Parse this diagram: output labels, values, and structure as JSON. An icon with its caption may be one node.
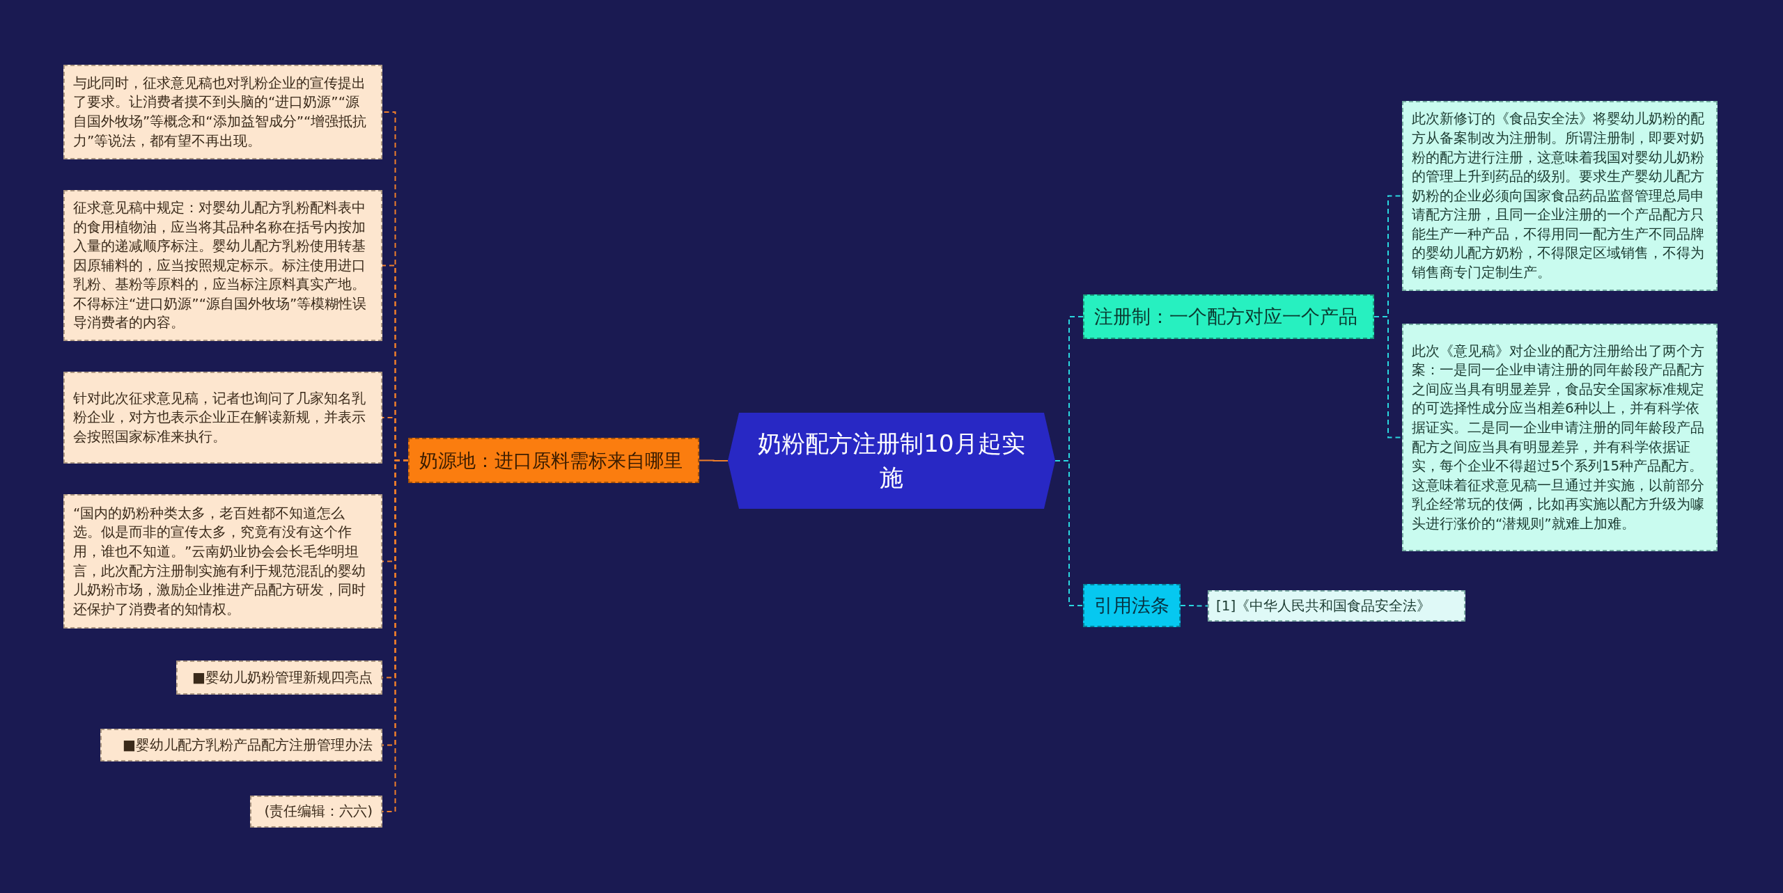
{
  "diagram": {
    "nodes": [
      {
        "text": [
          "奶粉配方注册制10月起实施"
        ]
      },
      {
        "text": [
          "奶源地：进口原料需标来自哪里"
        ]
      },
      {
        "text": [
          "与此同时，征求意见稿也对乳粉企业的宣传提出了要求。让消费者摸不到头脑的“进口奶源”“源自国外牧场”等概念和“添加益智成分”“增强抵抗力”等说法，都有望不再出现。"
        ]
      },
      {
        "text": [
          "征求意见稿中规定：对婴幼儿配方乳粉配料表中的食用植物油，应当将其品种名称在括号内按加入量的递减顺序标注。婴幼儿配方乳粉使用转基因原辅料的，应当按照规定标示。标注使用进口乳粉、基粉等原料的，应当标注原料真实产地。不得标注“进口奶源”“源自国外牧场”等模糊性误导消费者的内容。"
        ]
      },
      {
        "text": [
          "针对此次征求意见稿，记者也询问了几家知名乳粉企业，对方也表示企业正在解读新规，并表示会按照国家标准来执行。"
        ]
      },
      {
        "text": [
          "“国内的奶粉种类太多，老百姓都不知道怎么选。似是而非的宣传太多，究竟有没有这个作用，谁也不知道。”云南奶业协会会长毛华明坦言，此次配方注册制实施有利于规范混乱的婴幼儿奶粉市场，激励企业推进产品配方研发，同时还保护了消费者的知情权。"
        ]
      },
      {
        "text": [
          "■婴幼儿奶粉管理新规四亮点"
        ]
      },
      {
        "text": [
          "■婴幼儿配方乳粉产品配方注册管理办法"
        ]
      },
      {
        "text": [
          "(责任编辑：六六)"
        ]
      },
      {
        "text": [
          "注册制：一个配方对应一个产品"
        ]
      },
      {
        "text": [
          "此次新修订的《食品安全法》将婴幼儿奶粉的配方从备案制改为注册制。所谓注册制，即要对奶粉的配方进行注册，这意味着我国对婴幼儿奶粉的管理上升到药品的级别。要求生产婴幼儿配方奶粉的企业必须向国家食品药品监督管理总局申请配方注册，且同一企业注册的一个产品配方只能生产一种产品，不得用同一配方生产不同品牌的婴幼儿配方奶粉，不得限定区域销售，不得为销售商专门定制生产。"
        ]
      },
      {
        "text": [
          "此次《意见稿》对企业的配方注册给出了两个方案：一是同一企业申请注册的同年龄段产品配方之间应当具有明显差异，食品安全国家标准规定的可选择性成分应当相差6种以上，并有科学依据证实。二是同一企业申请注册的同年龄段产品配方之间应当具有明显差异，并有科学依据证实，每个企业不得超过5个系列15种产品配方。这意味着征求意见稿一旦通过并实施，以前部分乳企经常玩的伎俩，比如再实施以配方升级为噱头进行涨价的“潜规则”就难上加难。"
        ]
      },
      {
        "text": [
          "引用法条"
        ]
      },
      {
        "text": [
          "[1]《中华人民共和国食品安全法》"
        ]
      }
    ],
    "edges": [
      {
        "from": 0,
        "to": 1,
        "arrow": "none",
        "color": "#f07f2a"
      },
      {
        "from": 1,
        "to": 2,
        "arrow": "none",
        "style": "dashed",
        "color": "#f07f2a"
      },
      {
        "from": 1,
        "to": 3,
        "arrow": "none",
        "style": "dashed",
        "color": "#f07f2a"
      },
      {
        "from": 1,
        "to": 4,
        "arrow": "none",
        "style": "dashed",
        "color": "#f07f2a"
      },
      {
        "from": 1,
        "to": 5,
        "arrow": "none",
        "style": "dashed",
        "color": "#f07f2a"
      },
      {
        "from": 1,
        "to": 6,
        "arrow": "none",
        "style": "dashed",
        "color": "#f07f2a"
      },
      {
        "from": 1,
        "to": 7,
        "arrow": "none",
        "style": "dashed",
        "color": "#f07f2a"
      },
      {
        "from": 1,
        "to": 8,
        "arrow": "none",
        "style": "dashed",
        "color": "#f07f2a"
      },
      {
        "from": 0,
        "to": 9,
        "arrow": "none",
        "style": "dashed",
        "color": "#2ad8e0"
      },
      {
        "from": 0,
        "to": 12,
        "arrow": "none",
        "style": "dashed",
        "color": "#2ad8e0"
      },
      {
        "from": 9,
        "to": 10,
        "arrow": "none",
        "style": "dashed",
        "color": "#2ad8e0"
      },
      {
        "from": 9,
        "to": 11,
        "arrow": "none",
        "style": "dashed",
        "color": "#2ad8e0"
      },
      {
        "from": 12,
        "to": 13,
        "arrow": "none",
        "style": "dashed",
        "color": "#2ad8e0"
      }
    ]
  }
}
